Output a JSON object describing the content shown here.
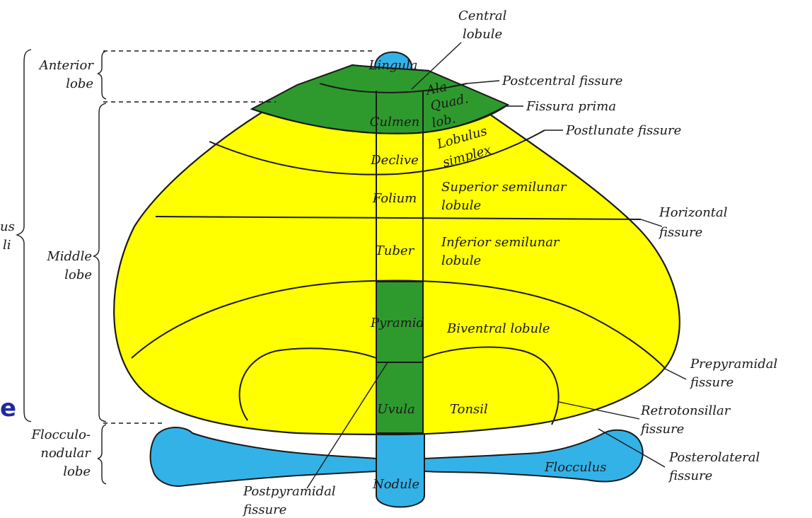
{
  "colors": {
    "yellow": "#ffff00",
    "green": "#2e9a2e",
    "blue": "#33b2e8",
    "ink": "#1a1a1a",
    "accent_text": "#1f2a9e"
  },
  "left_labels": {
    "anterior_lobe": [
      "Anterior",
      "lobe"
    ],
    "middle_lobe": [
      "Middle",
      "lobe"
    ],
    "flocculonodular_lobe": [
      "Flocculo-",
      "nodular",
      "lobe"
    ],
    "cut_label_top": "us",
    "cut_label_bottom": "li",
    "cut_blue_letter": "e"
  },
  "vermis_labels": {
    "lingula": "Lingula",
    "culmen": "Culmen",
    "declive": "Declive",
    "folium": "Folium",
    "tuber": "Tuber",
    "pyramid": "Pyramid",
    "uvula": "Uvula",
    "nodule": "Nodule"
  },
  "hemisphere_labels": {
    "ala": "Ala",
    "quad_lob": [
      "Quad.",
      "lob."
    ],
    "lobulus_simplex": [
      "Lobulus",
      "simplex"
    ],
    "superior_semilunar_lobule": [
      "Superior semilunar",
      "lobule"
    ],
    "inferior_semilunar_lobule": [
      "Inferior semilunar",
      "lobule"
    ],
    "biventral_lobule": "Biventral lobule",
    "tonsil": "Tonsil",
    "flocculus": "Flocculus"
  },
  "fissure_labels": {
    "central_lobule": [
      "Central",
      "lobule"
    ],
    "postcentral_fissure": "Postcentral fissure",
    "fissura_prima": "Fissura prima",
    "postlunate_fissure": "Postlunate fissure",
    "horizontal_fissure": [
      "Horizontal",
      "fissure"
    ],
    "prepyramidal_fissure": [
      "Prepyramidal",
      "fissure"
    ],
    "retrotonsillar_fissure": [
      "Retrotonsillar",
      "fissure"
    ],
    "posterolateral_fissure": [
      "Posterolateral",
      "fissure"
    ],
    "postpyramidal_fissure": [
      "Postpyramidal",
      "fissure"
    ]
  }
}
